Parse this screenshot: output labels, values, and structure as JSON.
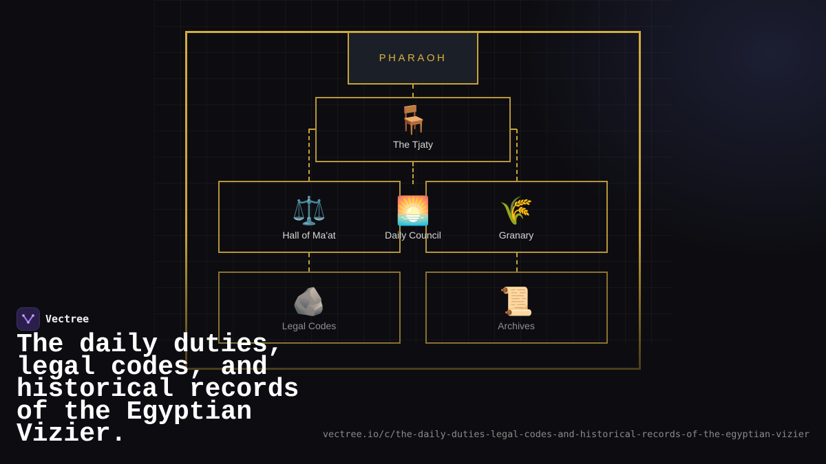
{
  "diagram": {
    "top": {
      "label": "PHARAOH"
    },
    "vizier": {
      "icon": "chair-icon",
      "glyph": "🪑",
      "label": "The Tjaty"
    },
    "branches": [
      {
        "icon": "scales-icon",
        "glyph": "⚖️",
        "label": "Hall of Ma'at"
      },
      {
        "icon": "sunrise-icon",
        "glyph": "🌅",
        "label": "Daily Council"
      },
      {
        "icon": "wheat-icon",
        "glyph": "🌾",
        "label": "Granary"
      }
    ],
    "leaves": [
      {
        "icon": "rock-icon",
        "glyph": "🪨",
        "label": "Legal Codes"
      },
      {
        "icon": "scroll-icon",
        "glyph": "📜",
        "label": "Archives"
      }
    ]
  },
  "brand": {
    "name": "Vectree",
    "icon": "vectree-logo-icon"
  },
  "headline": "The daily duties,\nlegal codes, and\nhistorical records\nof the Egyptian\nVizier.",
  "url": "vectree.io/c/the-daily-duties-legal-codes-and-historical-records-of-the-egyptian-vizier",
  "colors": {
    "gold": "#c9a43a",
    "background": "#0d0d11",
    "pharaoh_box": "#1b1f28"
  }
}
